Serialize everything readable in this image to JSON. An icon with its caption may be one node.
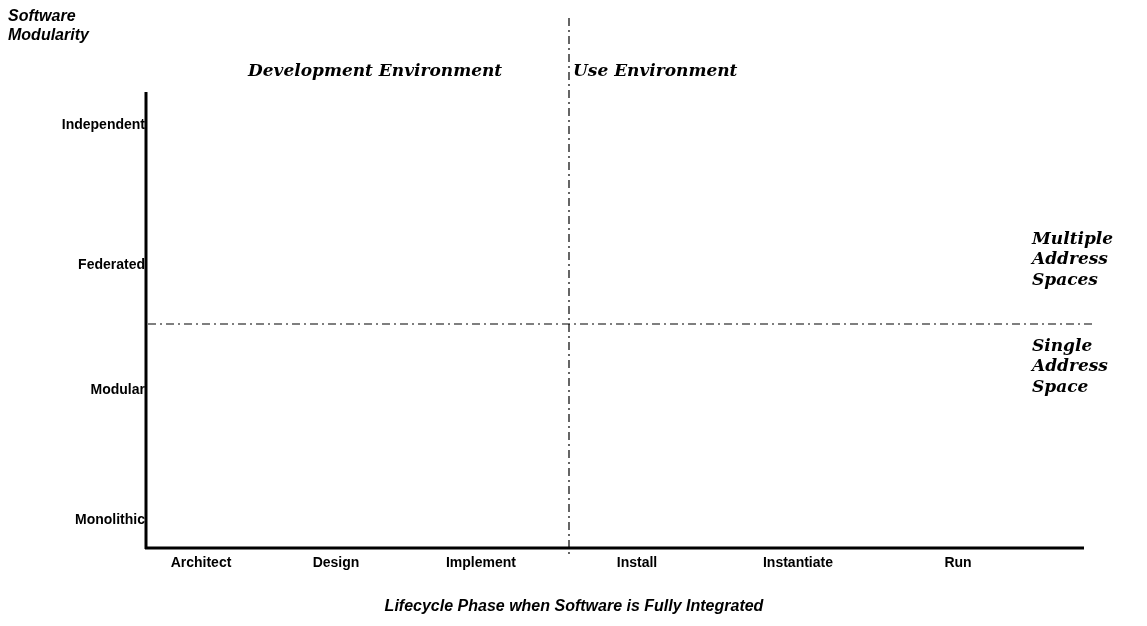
{
  "diagram": {
    "labels": [
      "Software Modularity",
      "Development Environment",
      "Use Environment",
      "Independent",
      "Multiple Address Spaces",
      "Federated",
      "Single Address Space",
      "Modular",
      "Monolithic",
      "Architect",
      "Design",
      "Implement",
      "Install",
      "Instantiate",
      "Run",
      "Lifecycle Phase when Software is Fully Integrated"
    ]
  }
}
